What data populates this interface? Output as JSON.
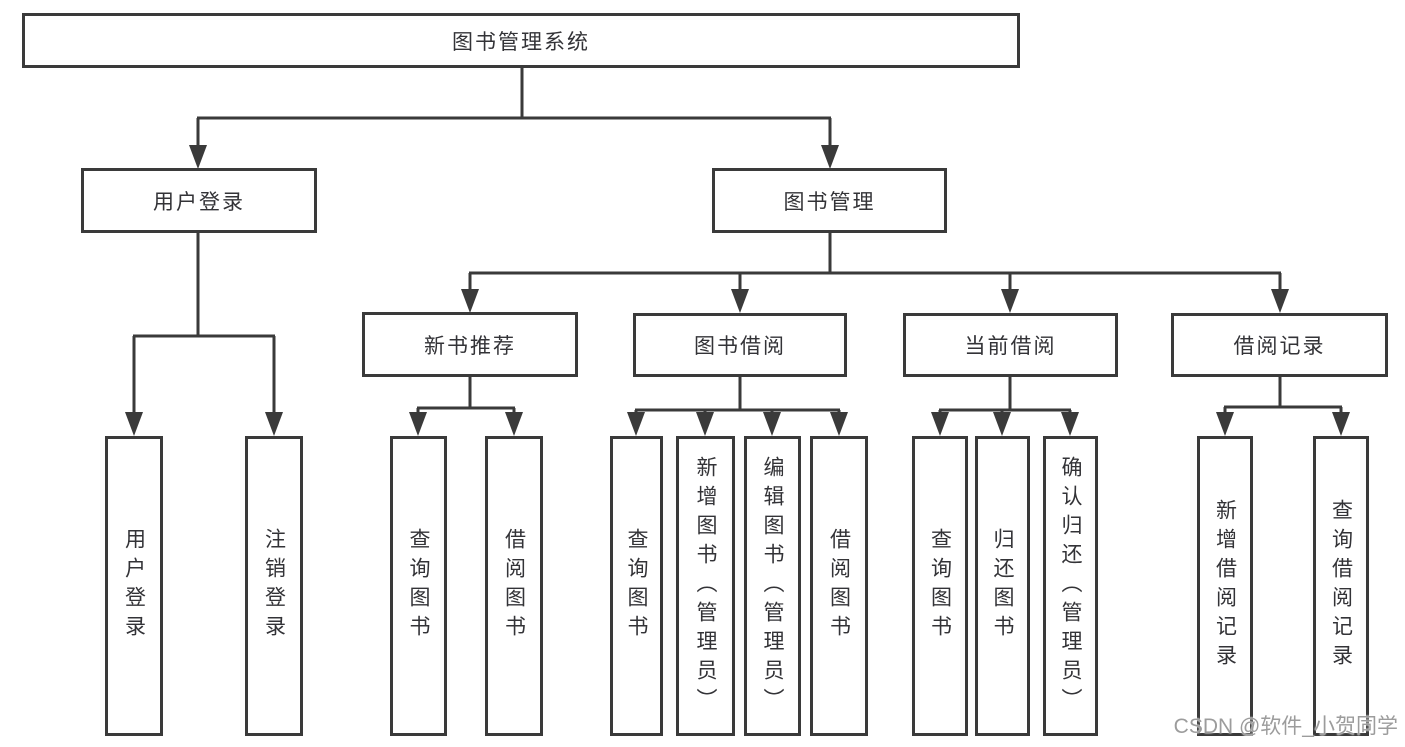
{
  "diagram": {
    "root": "图书管理系统",
    "level2": {
      "user_login": "用户登录",
      "book_mgmt": "图书管理"
    },
    "level3": {
      "new_book_rec": "新书推荐",
      "book_borrow": "图书借阅",
      "current_borrow": "当前借阅",
      "borrow_record": "借阅记录"
    },
    "leaves": {
      "user_login": "用户登录",
      "logout": "注销登录",
      "rec_query_book": "查询图书",
      "rec_borrow_book": "借阅图书",
      "bb_query_book": "查询图书",
      "bb_add_book": "新增图书（管理员）",
      "bb_edit_book": "编辑图书（管理员）",
      "bb_borrow_book": "借阅图书",
      "cb_query_book": "查询图书",
      "cb_return_book": "归还图书",
      "cb_confirm_return": "确认归还（管理员）",
      "br_add_record": "新增借阅记录",
      "br_query_record": "查询借阅记录"
    }
  },
  "watermark": "CSDN @软件_小贺同学",
  "colors": {
    "line": "#3a3a3a",
    "text": "#333337",
    "watermark": "#9c9c9c",
    "background": "#ffffff"
  }
}
